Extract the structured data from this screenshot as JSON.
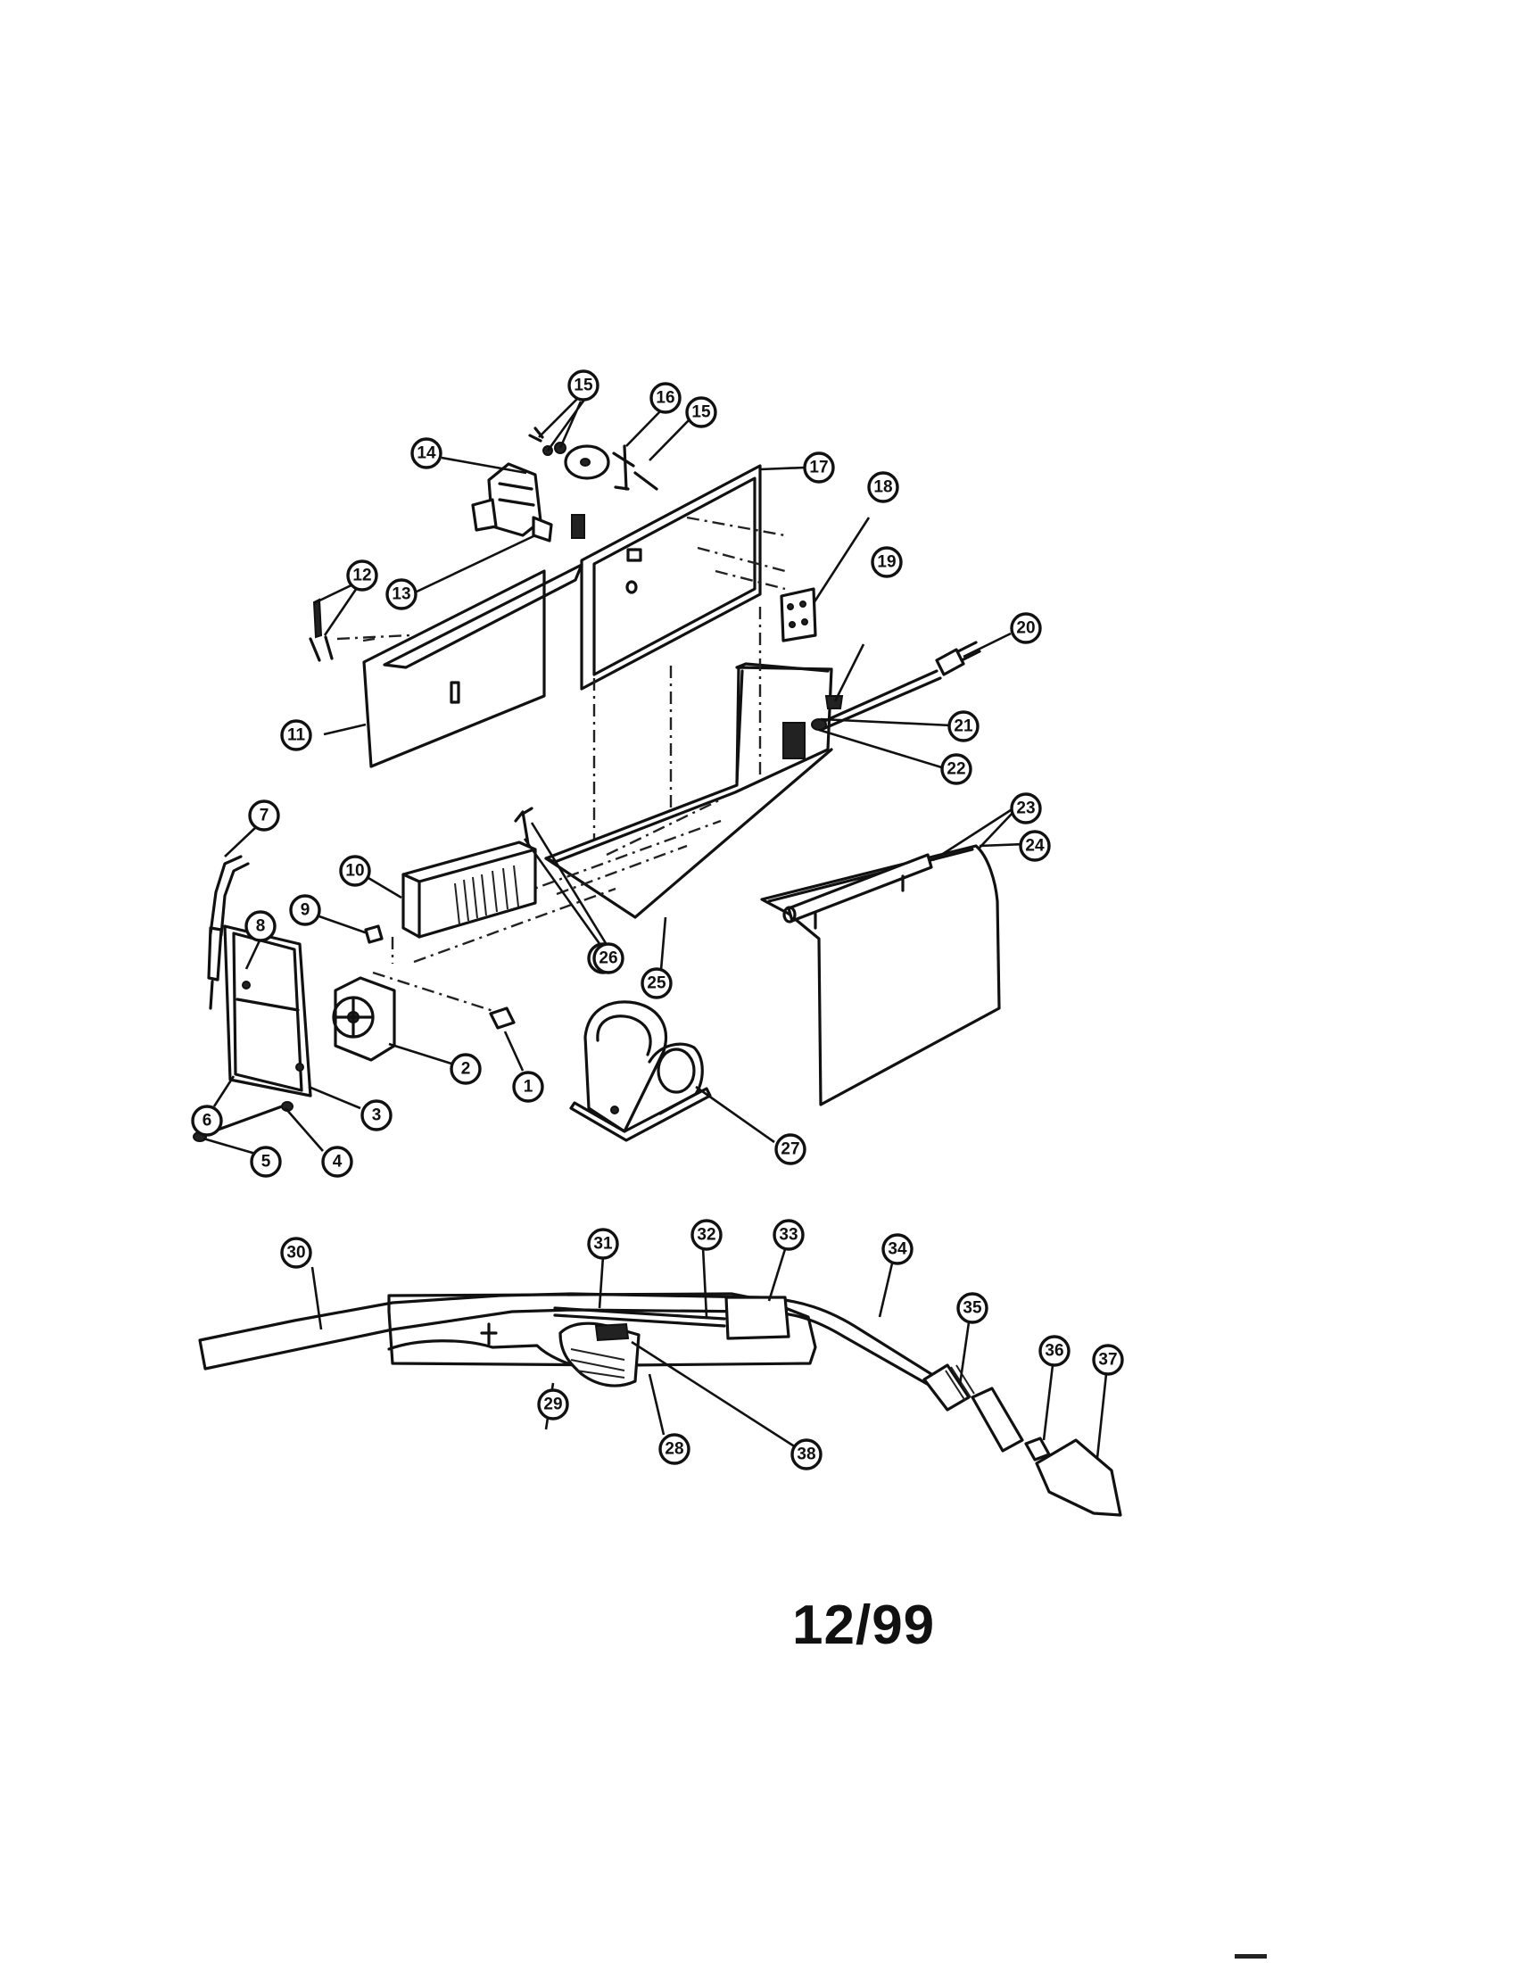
{
  "callouts": [
    "1",
    "2",
    "3",
    "4",
    "5",
    "6",
    "6",
    "7",
    "8",
    "9",
    "10",
    "11",
    "12",
    "13",
    "14",
    "15",
    "15",
    "16",
    "17",
    "18",
    "19",
    "20",
    "21",
    "22",
    "23",
    "24",
    "25",
    "26",
    "27",
    "28",
    "29",
    "30",
    "31",
    "32",
    "33",
    "34",
    "35",
    "36",
    "37",
    "38"
  ],
  "date_stamp": "12/99",
  "colors": {
    "ink": "#111111",
    "paper": "#ffffff"
  }
}
